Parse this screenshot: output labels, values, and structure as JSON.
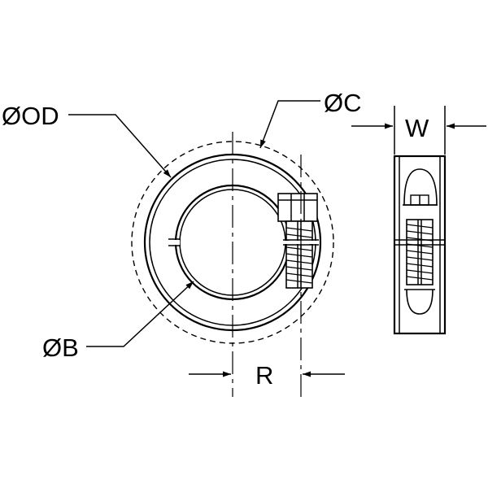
{
  "labels": {
    "outer_diameter": "ØOD",
    "bolt_clearance_diameter": "ØC",
    "width": "W",
    "bore_diameter": "ØB",
    "radius": "R"
  }
}
